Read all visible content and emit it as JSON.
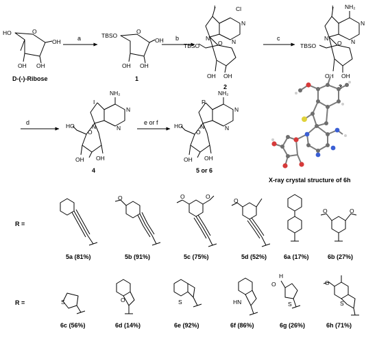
{
  "scheme": {
    "reagents": {
      "a": "a",
      "b": "b",
      "c": "c",
      "d": "d",
      "ef": "e or f"
    },
    "compounds": {
      "ribose": "D-(-)-Ribose",
      "c1": "1",
      "c2": "2",
      "c3": "3",
      "c4": "4",
      "c56": "5 or 6"
    },
    "atoms": {
      "tbso": "TBSO",
      "ho": "HO",
      "oh": "OH",
      "o": "O",
      "n": "N",
      "i": "I",
      "cl": "Cl",
      "nh2": "NH₂",
      "r": "R",
      "s": "S",
      "hn": "HN",
      "h": "H"
    },
    "xray_caption": "X-ray crystal structure of 6h"
  },
  "r_label": "R =",
  "row1": [
    {
      "label": "5a (81%)"
    },
    {
      "label": "5b (91%)"
    },
    {
      "label": "5c (75%)"
    },
    {
      "label": "5d (52%)"
    },
    {
      "label": "6a (17%)"
    },
    {
      "label": "6b (27%)"
    }
  ],
  "row2": [
    {
      "label": "6c (56%)"
    },
    {
      "label": "6d (14%)"
    },
    {
      "label": "6e (92%)"
    },
    {
      "label": "6f (86%)"
    },
    {
      "label": "6g (26%)"
    },
    {
      "label": "6h (71%)"
    }
  ]
}
